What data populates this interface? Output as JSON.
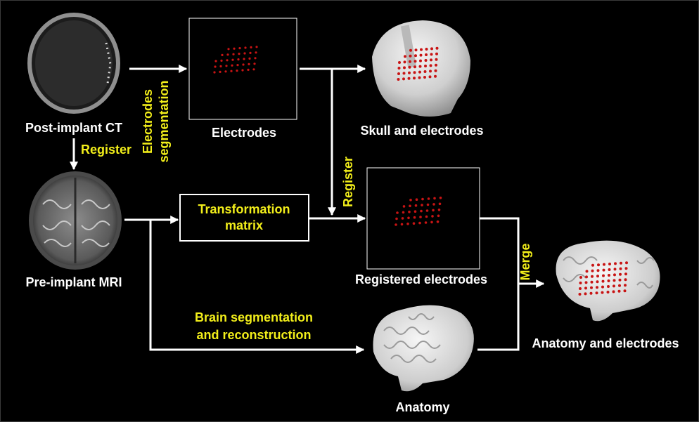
{
  "nodes": {
    "post_implant_ct": "Post-implant CT",
    "pre_implant_mri": "Pre-implant MRI",
    "electrodes": "Electrodes",
    "skull_and_electrodes": "Skull and electrodes",
    "transformation_matrix_line1": "Transformation",
    "transformation_matrix_line2": "matrix",
    "registered_electrodes": "Registered electrodes",
    "anatomy": "Anatomy",
    "anatomy_and_electrodes": "Anatomy and electrodes"
  },
  "edge_labels": {
    "register_ct_mri": "Register",
    "electrodes_segmentation_line1": "Electrodes",
    "electrodes_segmentation_line2": "segmentation",
    "register_vertical": "Register",
    "brain_seg_line1": "Brain segmentation",
    "brain_seg_line2": "and reconstruction",
    "merge": "Merge"
  },
  "colors": {
    "background": "#000000",
    "arrow": "#ffffff",
    "node_text": "#ffffff",
    "edge_label_text": "#f2ee1a",
    "electrode_dot": "#c81414"
  }
}
